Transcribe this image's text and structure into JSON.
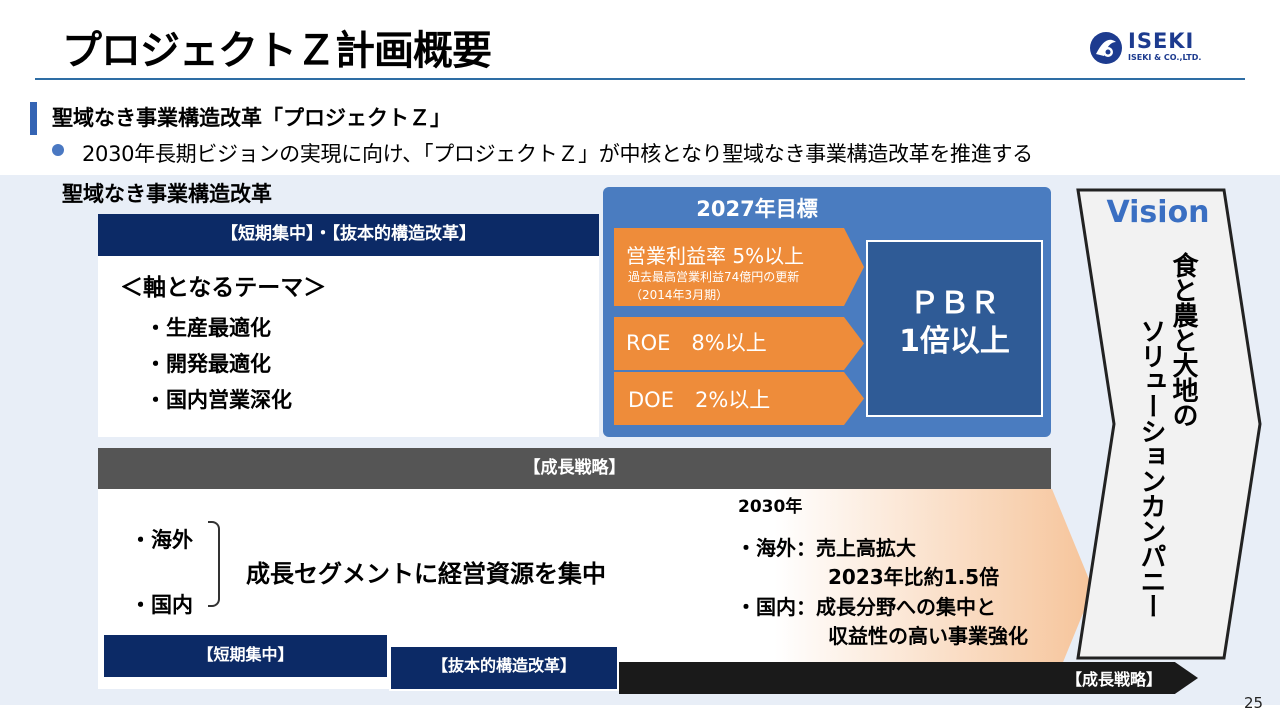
{
  "header": {
    "title": "プロジェクトＺ計画概要",
    "logo_text": "ISEKI",
    "logo_sub": "ISEKI & CO.,LTD."
  },
  "section": {
    "title": "聖域なき事業構造改革「プロジェクトＺ」",
    "bullet": "2030年長期ビジョンの実現に向け、「プロジェクトＺ」が中核となり聖域なき事業構造改革を推進する"
  },
  "left": {
    "heading": "聖域なき事業構造改革",
    "band": "【短期集中】・【抜本的構造改革】",
    "theme_head": "＜軸となるテーマ＞",
    "themes": [
      "・生産最適化",
      "・開発最適化",
      "・国内営業深化"
    ]
  },
  "target": {
    "title": "2027年目標",
    "arrow1_main": "営業利益率 5%以上",
    "arrow1_sub1": "過去最高営業利益74億円の更新",
    "arrow1_sub2": "（2014年3月期）",
    "arrow2": "ROE　8%以上",
    "arrow3": "DOE　2%以上",
    "pbr_line1": "ＰＢＲ",
    "pbr_line2": "1倍以上"
  },
  "growth": {
    "band": "【成長戦略】",
    "overseas": "・海外",
    "domestic": "・国内",
    "concentrate": "成長セグメントに経営資源を集中",
    "year": "2030年",
    "line1": "・海外：売上高拡大",
    "line2": "2023年比約1.5倍",
    "line3": "・国内：成長分野への集中と",
    "line4": "収益性の高い事業強化"
  },
  "timeline": {
    "step1": "【短期集中】",
    "step2": "【抜本的構造改革】",
    "step3": "【成長戦略】"
  },
  "vision": {
    "title": "Vision",
    "col1": "食と農と大地の",
    "col2": "ソリューションカンパニー"
  },
  "footer": {
    "page_number": "25"
  },
  "colors": {
    "navy": "#0c2a66",
    "blue_panel": "#4a7cc0",
    "orange": "#ee8c3a",
    "pbr_blue": "#2f5b96",
    "accent": "#3464b4"
  }
}
